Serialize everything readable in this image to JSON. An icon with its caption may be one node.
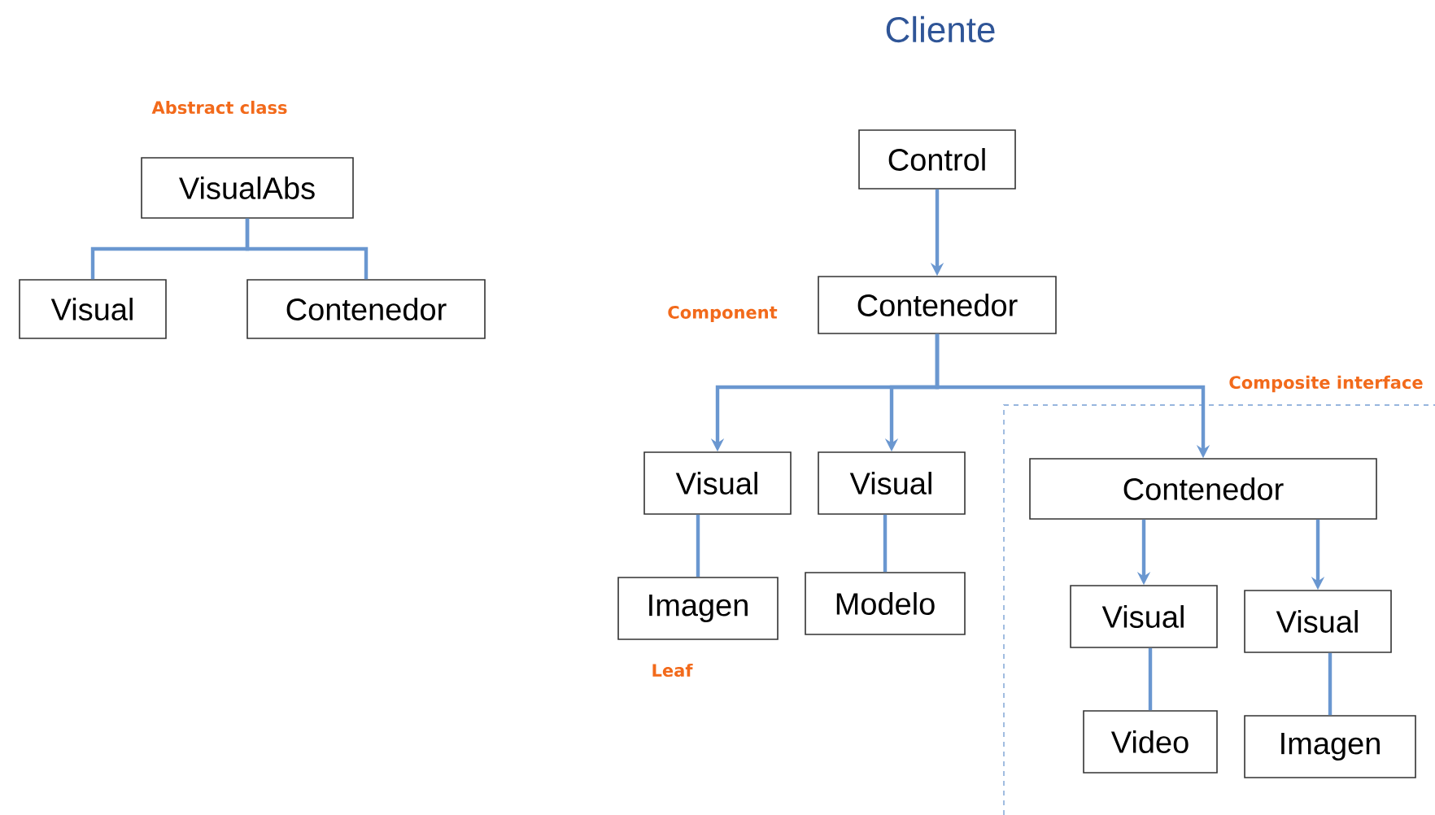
{
  "diagram": {
    "title": "Cliente",
    "nodes": [
      {
        "text": [
          "VisualAbs"
        ]
      },
      {
        "text": [
          "Visual"
        ]
      },
      {
        "text": [
          "Contenedor"
        ]
      },
      {
        "text": [
          "Control"
        ]
      },
      {
        "text": [
          "Contenedor"
        ]
      },
      {
        "text": [
          "Visual"
        ]
      },
      {
        "text": [
          "Visual"
        ]
      },
      {
        "text": [
          "Contenedor"
        ]
      },
      {
        "text": [
          "Imagen"
        ]
      },
      {
        "text": [
          "Modelo"
        ]
      },
      {
        "text": [
          "Visual"
        ]
      },
      {
        "text": [
          "Visual"
        ]
      },
      {
        "text": [
          "Video"
        ]
      },
      {
        "text": [
          "Imagen"
        ]
      }
    ],
    "edges": [
      {
        "from": 0,
        "to": 1,
        "arrow": "none"
      },
      {
        "from": 0,
        "to": 2,
        "arrow": "none"
      },
      {
        "from": 3,
        "to": 4,
        "arrow": "to"
      },
      {
        "from": 4,
        "to": 5,
        "arrow": "to"
      },
      {
        "from": 4,
        "to": 6,
        "arrow": "to"
      },
      {
        "from": 4,
        "to": 7,
        "arrow": "to"
      },
      {
        "from": 5,
        "to": 8,
        "arrow": "none"
      },
      {
        "from": 6,
        "to": 9,
        "arrow": "none"
      },
      {
        "from": 7,
        "to": 10,
        "arrow": "to"
      },
      {
        "from": 7,
        "to": 11,
        "arrow": "to"
      },
      {
        "from": 10,
        "to": 12,
        "arrow": "none"
      },
      {
        "from": 11,
        "to": 13,
        "arrow": "none"
      }
    ],
    "labels": [
      "Abstract class",
      "Component",
      "Composite interface",
      "Leaf"
    ]
  }
}
